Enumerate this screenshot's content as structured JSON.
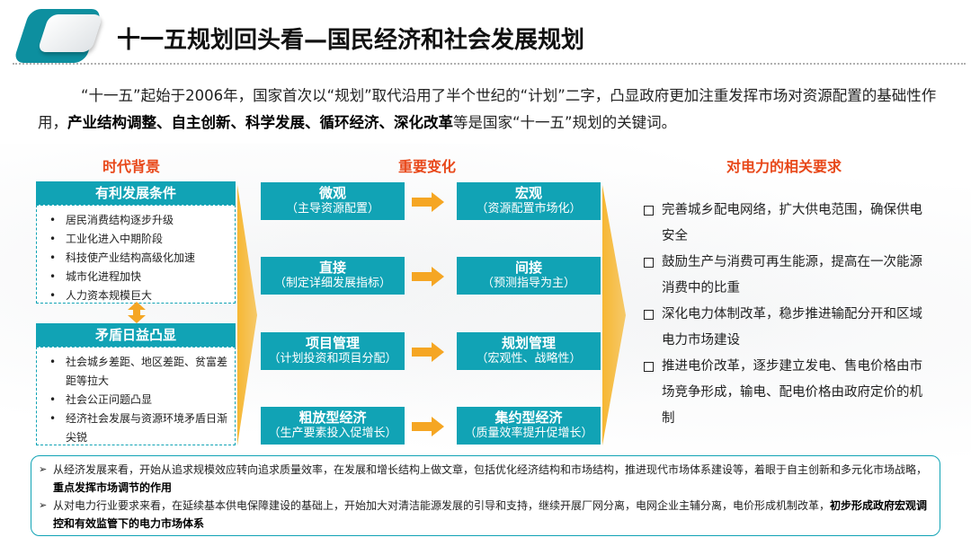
{
  "header": {
    "title": "十一五规划回头看—国民经济和社会发展规划"
  },
  "intro": {
    "part1": "“十一五”起始于2006年，国家首次以“规划”取代沿用了半个世纪的“计划”二字，凸显政府更加注重发挥市场对资源配置的基础性作用，",
    "bold": "产业结构调整、自主创新、科学发展、循环经济、深化改革",
    "part2": "等是国家“十一五”规划的关键词。"
  },
  "sections": {
    "left_title": "时代背景",
    "mid_title": "重要变化",
    "right_title": "对电力的相关要求"
  },
  "background": {
    "favorable": {
      "title": "有利发展条件",
      "items": [
        "居民消费结构逐步升级",
        "工业化进入中期阶段",
        "科技使产业结构高级化加速",
        "城市化进程加快",
        "人力资本规模巨大"
      ]
    },
    "conflict": {
      "title": "矛盾日益凸显",
      "items": [
        "社会城乡差距、地区差距、贫富差距等拉大",
        "社会公正问题凸显",
        "经济社会发展与资源环境矛盾日渐尖锐"
      ]
    }
  },
  "changes": [
    {
      "from_title": "微观",
      "from_sub": "（主导资源配置）",
      "to_title": "宏观",
      "to_sub": "（资源配置市场化）"
    },
    {
      "from_title": "直接",
      "from_sub": "（制定详细发展指标）",
      "to_title": "间接",
      "to_sub": "（预测指导为主）"
    },
    {
      "from_title": "项目管理",
      "from_sub": "（计划投资和项目分配）",
      "to_title": "规划管理",
      "to_sub": "（宏观性、战略性）"
    },
    {
      "from_title": "粗放型经济",
      "from_sub": "（生产要素投入促增长）",
      "to_title": "集约型经济",
      "to_sub": "（质量效率提升促增长）"
    }
  ],
  "requirements": [
    "完善城乡配电网络，扩大供电范围，确保供电安全",
    "鼓励生产与消费可再生能源，提高在一次能源消费中的比重",
    "深化电力体制改革，稳步推进输配分开和区域电力市场建设",
    "推进电价改革，逐步建立发电、售电价格由市场竞争形成，输电、配电价格由政府定价的机制"
  ],
  "summary": [
    {
      "text": "从经济发展来看，开始从追求规模效应转向追求质量效率，在发展和增长结构上做文章，包括优化经济结构和市场结构，推进现代市场体系建设等，着眼于自主创新和多元化市场战略，",
      "bold": "重点发挥市场调节的作用"
    },
    {
      "text": "从对电力行业要求来看，在延续基本供电保障建设的基础上，开始加大对清洁能源发展的引导和支持，继续开展厂网分离，电网企业主辅分离，电价形成机制改革，",
      "bold": "初步形成政府宏观调控和有效监管下的电力市场体系"
    }
  ],
  "colors": {
    "accent": "#11a3b5",
    "highlight": "#e8481a",
    "arrow": "#f5a623"
  }
}
